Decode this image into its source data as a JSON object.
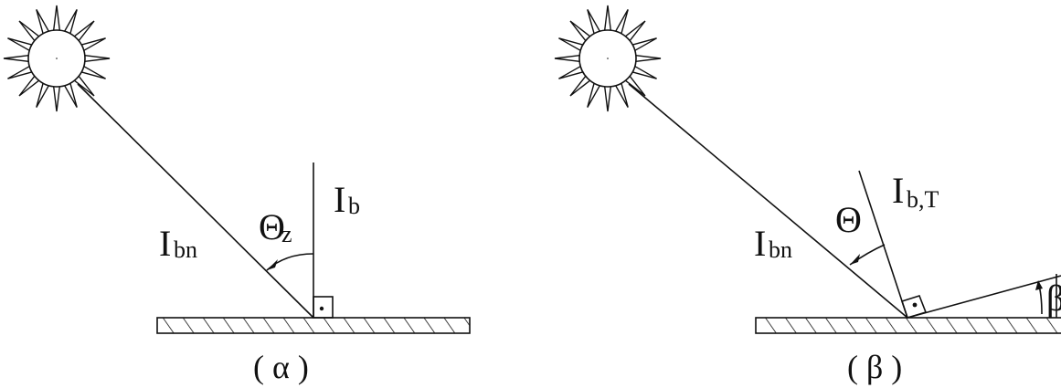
{
  "panel_a": {
    "beam_label": "I",
    "beam_sub": "bn",
    "vertical_label": "I",
    "vertical_sub": "b",
    "angle_label": "Θ",
    "angle_sub": "z",
    "caption": "( α )"
  },
  "panel_b": {
    "beam_label": "I",
    "beam_sub": "bn",
    "normal_label": "I",
    "normal_sub": "b,T",
    "angle_label": "Θ",
    "tilt_label": "β",
    "caption": "( β )"
  },
  "icons": {
    "sun": "sun-icon",
    "ground": "hatched-ground",
    "right_angle": "right-angle-marker"
  }
}
